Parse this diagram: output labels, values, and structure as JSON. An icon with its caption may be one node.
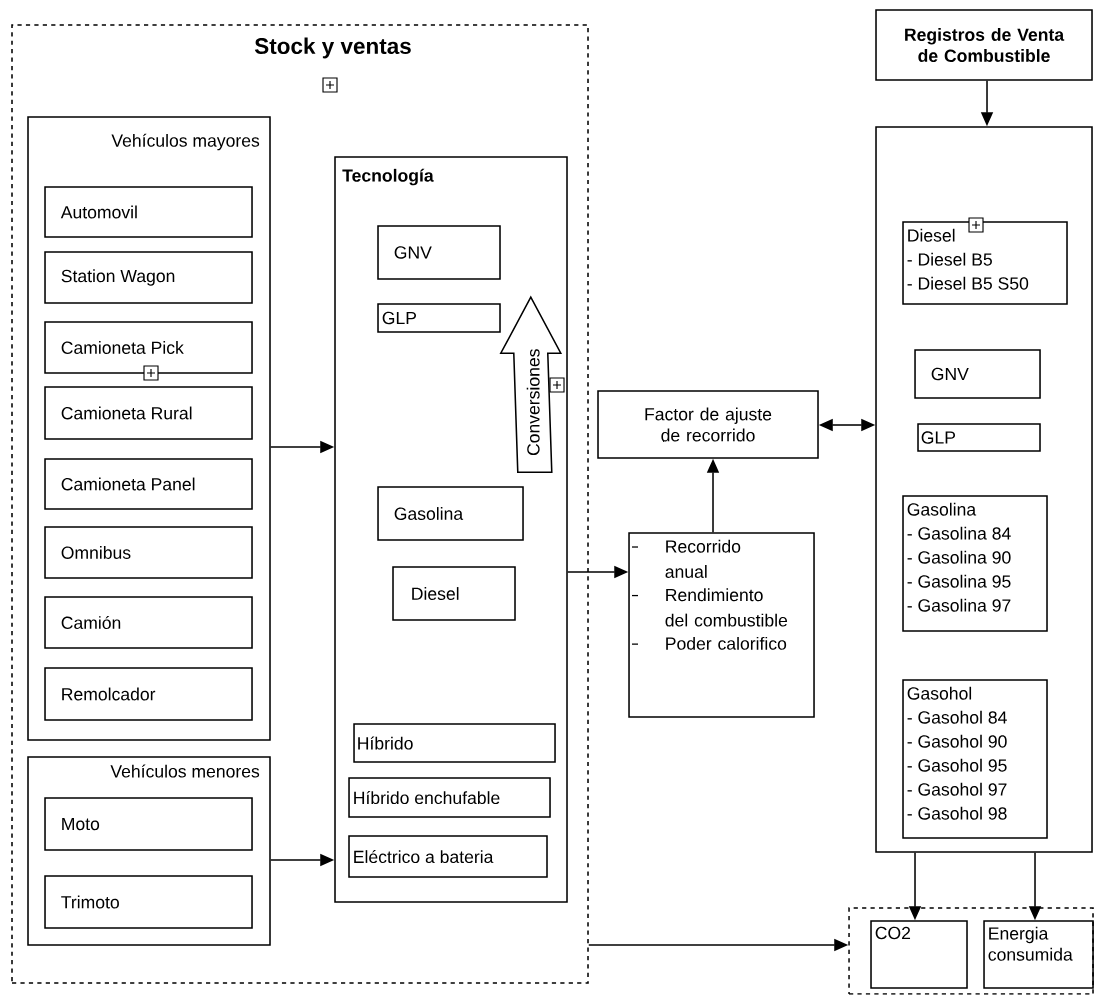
{
  "diagram": {
    "nodes": [
      {
        "text": [
          "Stock y ventas"
        ]
      },
      {
        "text": [
          "Vehículos mayores"
        ],
        "in": 0
      },
      {
        "text": [
          "Automovil"
        ],
        "in": 1
      },
      {
        "text": [
          "Station Wagon"
        ],
        "in": 1
      },
      {
        "text": [
          "Camioneta Pick"
        ],
        "in": 1
      },
      {
        "text": [
          "Camioneta Rural"
        ],
        "in": 1
      },
      {
        "text": [
          "Camioneta Panel"
        ],
        "in": 1
      },
      {
        "text": [
          "Omnibus"
        ],
        "in": 1
      },
      {
        "text": [
          "Camión"
        ],
        "in": 1
      },
      {
        "text": [
          "Remolcador"
        ],
        "in": 1
      },
      {
        "text": [
          "Vehículos menores"
        ],
        "in": 0
      },
      {
        "text": [
          "Moto"
        ],
        "in": 10
      },
      {
        "text": [
          "Trimoto"
        ],
        "in": 10
      },
      {
        "text": [
          "Tecnología"
        ],
        "in": 0
      },
      {
        "text": [
          "GNV"
        ],
        "in": 13
      },
      {
        "text": [
          "GLP"
        ],
        "in": 13
      },
      {
        "text": [
          "Gasolina"
        ],
        "in": 13
      },
      {
        "text": [
          "Diesel"
        ],
        "in": 13
      },
      {
        "text": [
          "Híbrido"
        ],
        "in": 13
      },
      {
        "text": [
          "Híbrido enchufable"
        ],
        "in": 13
      },
      {
        "text": [
          "Eléctrico a bateria"
        ],
        "in": 13
      },
      {
        "text": [
          "Factor de ajuste de recorrido"
        ]
      },
      {
        "text": [
          "Recorrido anual",
          "Rendimiento del combustible",
          "Poder calorifico"
        ]
      },
      {
        "text": [
          "Registros de Venta de Combustible"
        ]
      },
      {
        "text": [],
        "shape": "box"
      },
      {
        "text": [
          "Diesel",
          "- Diesel B5",
          "- Diesel B5 S50"
        ],
        "in": 24
      },
      {
        "text": [
          "GNV"
        ],
        "in": 24
      },
      {
        "text": [
          "GLP"
        ],
        "in": 24
      },
      {
        "text": [
          "Gasolina",
          "- Gasolina 84",
          "- Gasolina 90",
          "- Gasolina 95",
          "- Gasolina 97"
        ],
        "in": 24
      },
      {
        "text": [
          "Gasohol",
          "- Gasohol 84",
          "- Gasohol 90",
          "- Gasohol 95",
          "- Gasohol 97",
          "- Gasohol 98"
        ],
        "in": 24
      },
      {
        "text": [],
        "shape": "box"
      },
      {
        "text": [
          "CO2"
        ],
        "in": 30
      },
      {
        "text": [
          "Energia consumida"
        ],
        "in": 30
      }
    ],
    "edges": [
      {
        "from": 1,
        "to": 13,
        "arrow": "to"
      },
      {
        "from": 10,
        "to": 13,
        "arrow": "to"
      },
      {
        "from": 13,
        "to": 22,
        "arrow": "to"
      },
      {
        "from": 22,
        "to": 21,
        "arrow": "to"
      },
      {
        "from": 21,
        "to": 24,
        "arrow": "both"
      },
      {
        "from": 23,
        "to": 24,
        "arrow": "to"
      },
      {
        "from": 24,
        "to": 31,
        "arrow": "to"
      },
      {
        "from": 24,
        "to": 32,
        "arrow": "to"
      },
      {
        "from": 0,
        "to": 30,
        "arrow": "to"
      },
      {
        "from": 16,
        "to": 15,
        "arrow": "to",
        "label": "Conversiones"
      }
    ]
  }
}
